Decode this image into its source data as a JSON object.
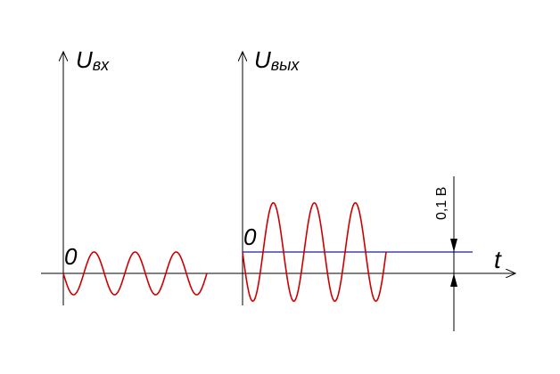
{
  "input_axis": {
    "symbol": "U",
    "subscript": "вх",
    "origin": "0"
  },
  "output_axis": {
    "symbol": "U",
    "subscript": "вых",
    "origin": "0"
  },
  "time_axis": {
    "label": "t"
  },
  "dimension": {
    "label": "0,1 В"
  },
  "input_signal": {
    "amplitude": 1,
    "periods": 3.5,
    "start_phase": "down"
  },
  "output_signal": {
    "amplitude": 2.3,
    "dc_offset": 1,
    "periods": 3.5,
    "start_phase": "down"
  },
  "colors": {
    "signal": "#cc0000",
    "reference": "#1a1aa0",
    "axes": "#000000"
  }
}
